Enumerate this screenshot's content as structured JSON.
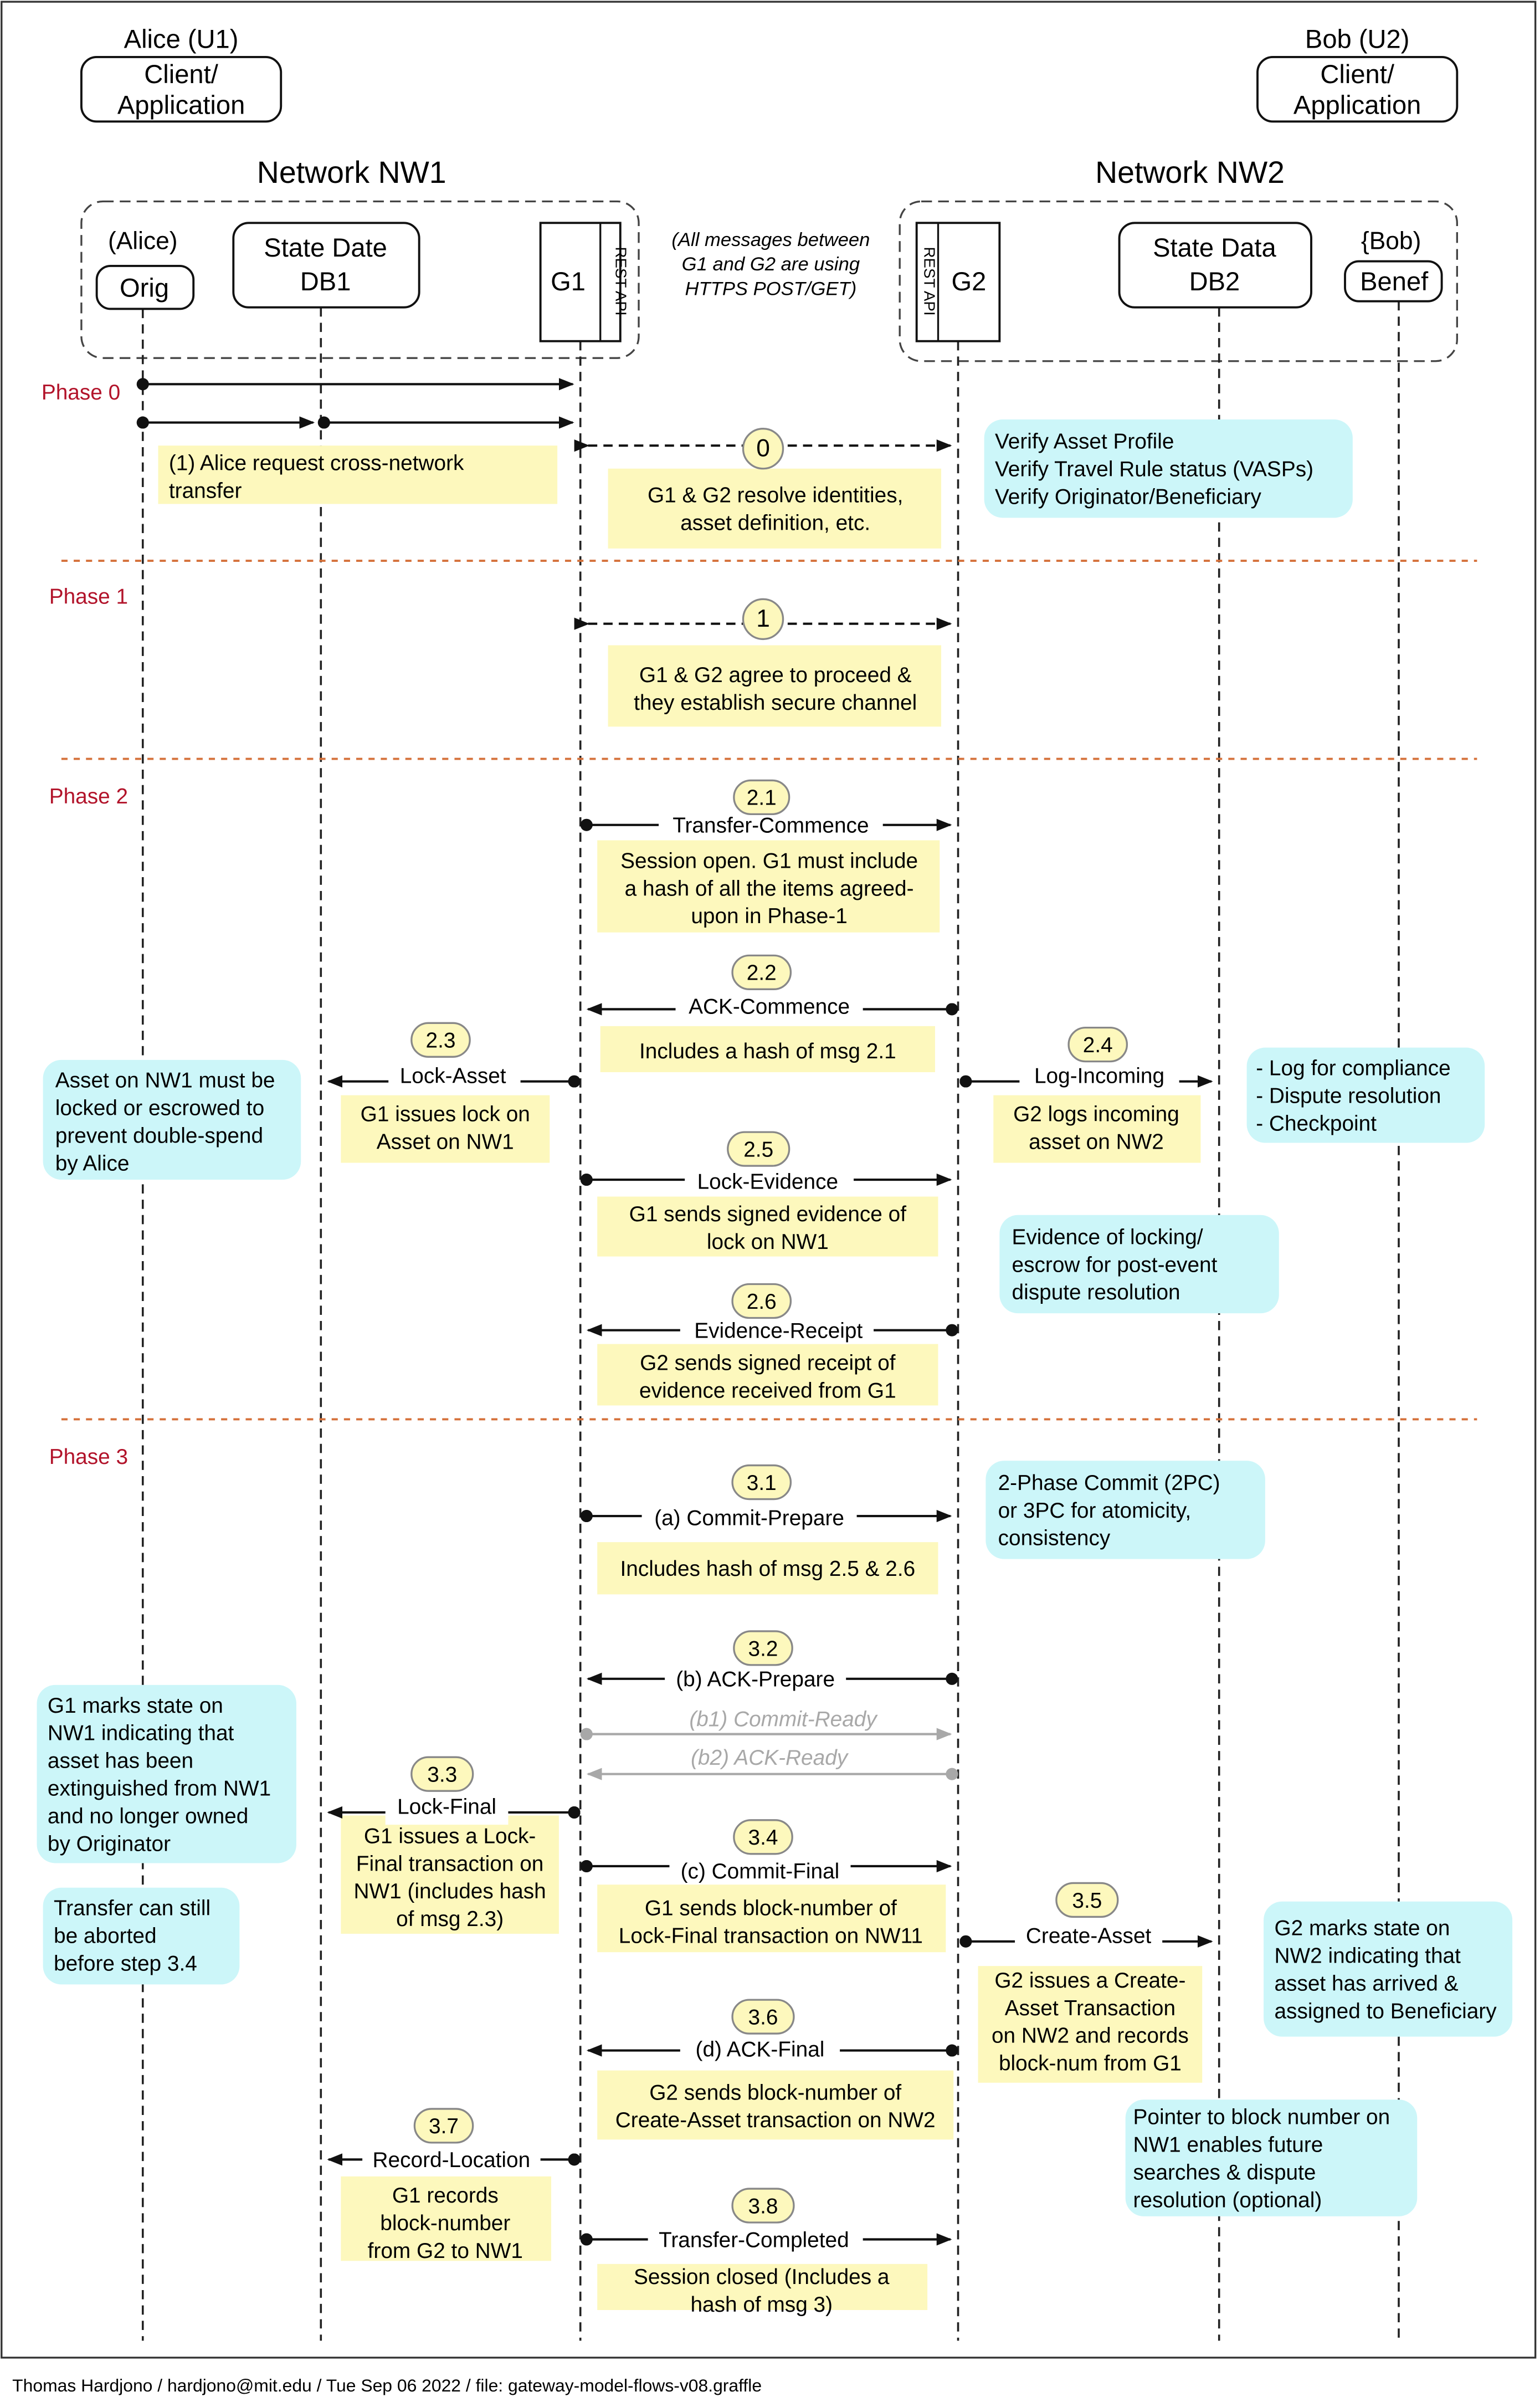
{
  "actors": {
    "alice": {
      "name": "Alice (U1)",
      "line1": "Client/",
      "line2": "Application"
    },
    "bob": {
      "name": "Bob (U2)",
      "line1": "Client/",
      "line2": "Application"
    }
  },
  "networks": {
    "nw1": "Network NW1",
    "nw2": "Network NW2",
    "note": [
      "(All messages between",
      "G1 and G2 are using",
      "HTTPS POST/GET)"
    ]
  },
  "nodes": {
    "orig": {
      "tag": "(Alice)",
      "label": "Orig"
    },
    "db1": {
      "line1": "State Date",
      "line2": "DB1"
    },
    "g1": {
      "label": "G1",
      "api": "REST API"
    },
    "g2": {
      "label": "G2",
      "api": "REST API"
    },
    "db2": {
      "line1": "State Data",
      "line2": "DB2"
    },
    "benef": {
      "tag": "{Bob)",
      "label": "Benef"
    }
  },
  "phases": [
    "Phase 0",
    "Phase 1",
    "Phase 2",
    "Phase 3"
  ],
  "badges": [
    "0",
    "1",
    "2.1",
    "2.2",
    "2.3",
    "2.4",
    "2.5",
    "2.6",
    "3.1",
    "3.2",
    "3.3",
    "3.4",
    "3.5",
    "3.6",
    "3.7",
    "3.8"
  ],
  "messages": {
    "m21": "Transfer-Commence",
    "m22": "ACK-Commence",
    "m23": "Lock-Asset",
    "m24": "Log-Incoming",
    "m25": "Lock-Evidence",
    "m26": "Evidence-Receipt",
    "m31": "(a) Commit-Prepare",
    "m32": "(b) ACK-Prepare",
    "b1": "(b1) Commit-Ready",
    "b2": "(b2) ACK-Ready",
    "m33": "Lock-Final",
    "m34": "(c) Commit-Final",
    "m35": "Create-Asset",
    "m36": "(d) ACK-Final",
    "m37": "Record-Location",
    "m38": "Transfer-Completed"
  },
  "yellow_notes": {
    "n_alice": [
      "(1) Alice request cross-network",
      "transfer"
    ],
    "n0": [
      "G1 & G2 resolve identities,",
      "asset definition, etc."
    ],
    "n1": [
      "G1 & G2 agree to proceed &",
      "they establish secure channel"
    ],
    "n21": [
      "Session open. G1 must include",
      "a hash of all the items agreed-",
      "upon in Phase-1"
    ],
    "n22": [
      "Includes a hash of msg 2.1"
    ],
    "n23": [
      "G1 issues lock on",
      "Asset on NW1"
    ],
    "n24": [
      "G2 logs incoming",
      "asset on NW2"
    ],
    "n25": [
      "G1 sends signed evidence of",
      "lock on NW1"
    ],
    "n26": [
      "G2 sends signed receipt of",
      "evidence received from G1"
    ],
    "n31": [
      "Includes hash of msg 2.5 & 2.6"
    ],
    "n33": [
      "G1 issues a Lock-",
      "Final transaction on",
      "NW1 (includes hash",
      "of msg 2.3)"
    ],
    "n34": [
      "G1 sends block-number of",
      "Lock-Final transaction on NW11"
    ],
    "n35": [
      "G2 issues a Create-",
      "Asset Transaction",
      "on NW2 and records",
      "block-num from G1"
    ],
    "n36": [
      "G2 sends block-number of",
      "Create-Asset transaction on NW2"
    ],
    "n37": [
      "G1 records",
      "block-number",
      "from G2 to NW1"
    ],
    "n38": [
      "Session closed (Includes a",
      "hash of msg 3)"
    ]
  },
  "cyan_notes": {
    "c0": [
      "Verify Asset Profile",
      "Verify Travel Rule status (VASPs)",
      "Verify Originator/Beneficiary"
    ],
    "c_lock": [
      "Asset on NW1 must be",
      "locked or escrowed to",
      "prevent double-spend",
      "by Alice"
    ],
    "c_log": [
      "- Log for compliance",
      "- Dispute resolution",
      "- Checkpoint"
    ],
    "c_evid": [
      "Evidence of locking/",
      "escrow for post-event",
      "dispute resolution"
    ],
    "c_2pc": [
      "2-Phase Commit (2PC)",
      "or 3PC for atomicity,",
      "consistency"
    ],
    "c_g1": [
      "G1 marks state on",
      "NW1 indicating that",
      "asset has been",
      "extinguished from NW1",
      "and no longer owned",
      "by Originator"
    ],
    "c_abort": [
      "Transfer can still",
      "be aborted",
      "before step 3.4"
    ],
    "c_g2": [
      "G2 marks state on",
      "NW2 indicating that",
      "asset has arrived &",
      "assigned to Beneficiary"
    ],
    "c_ptr": [
      "Pointer to block number on",
      "NW1 enables future",
      "searches & dispute",
      "resolution (optional)"
    ]
  },
  "footer": "Thomas Hardjono / hardjono@mit.edu / Tue Sep 06 2022 /  file: gateway-model-flows-v08.graffle",
  "colors": {
    "yellow": "#fdf8bd",
    "cyan": "#ccf6f9",
    "phase_red": "#b2132a",
    "divider": "#d5713b",
    "grey": "#a8a8a8"
  }
}
